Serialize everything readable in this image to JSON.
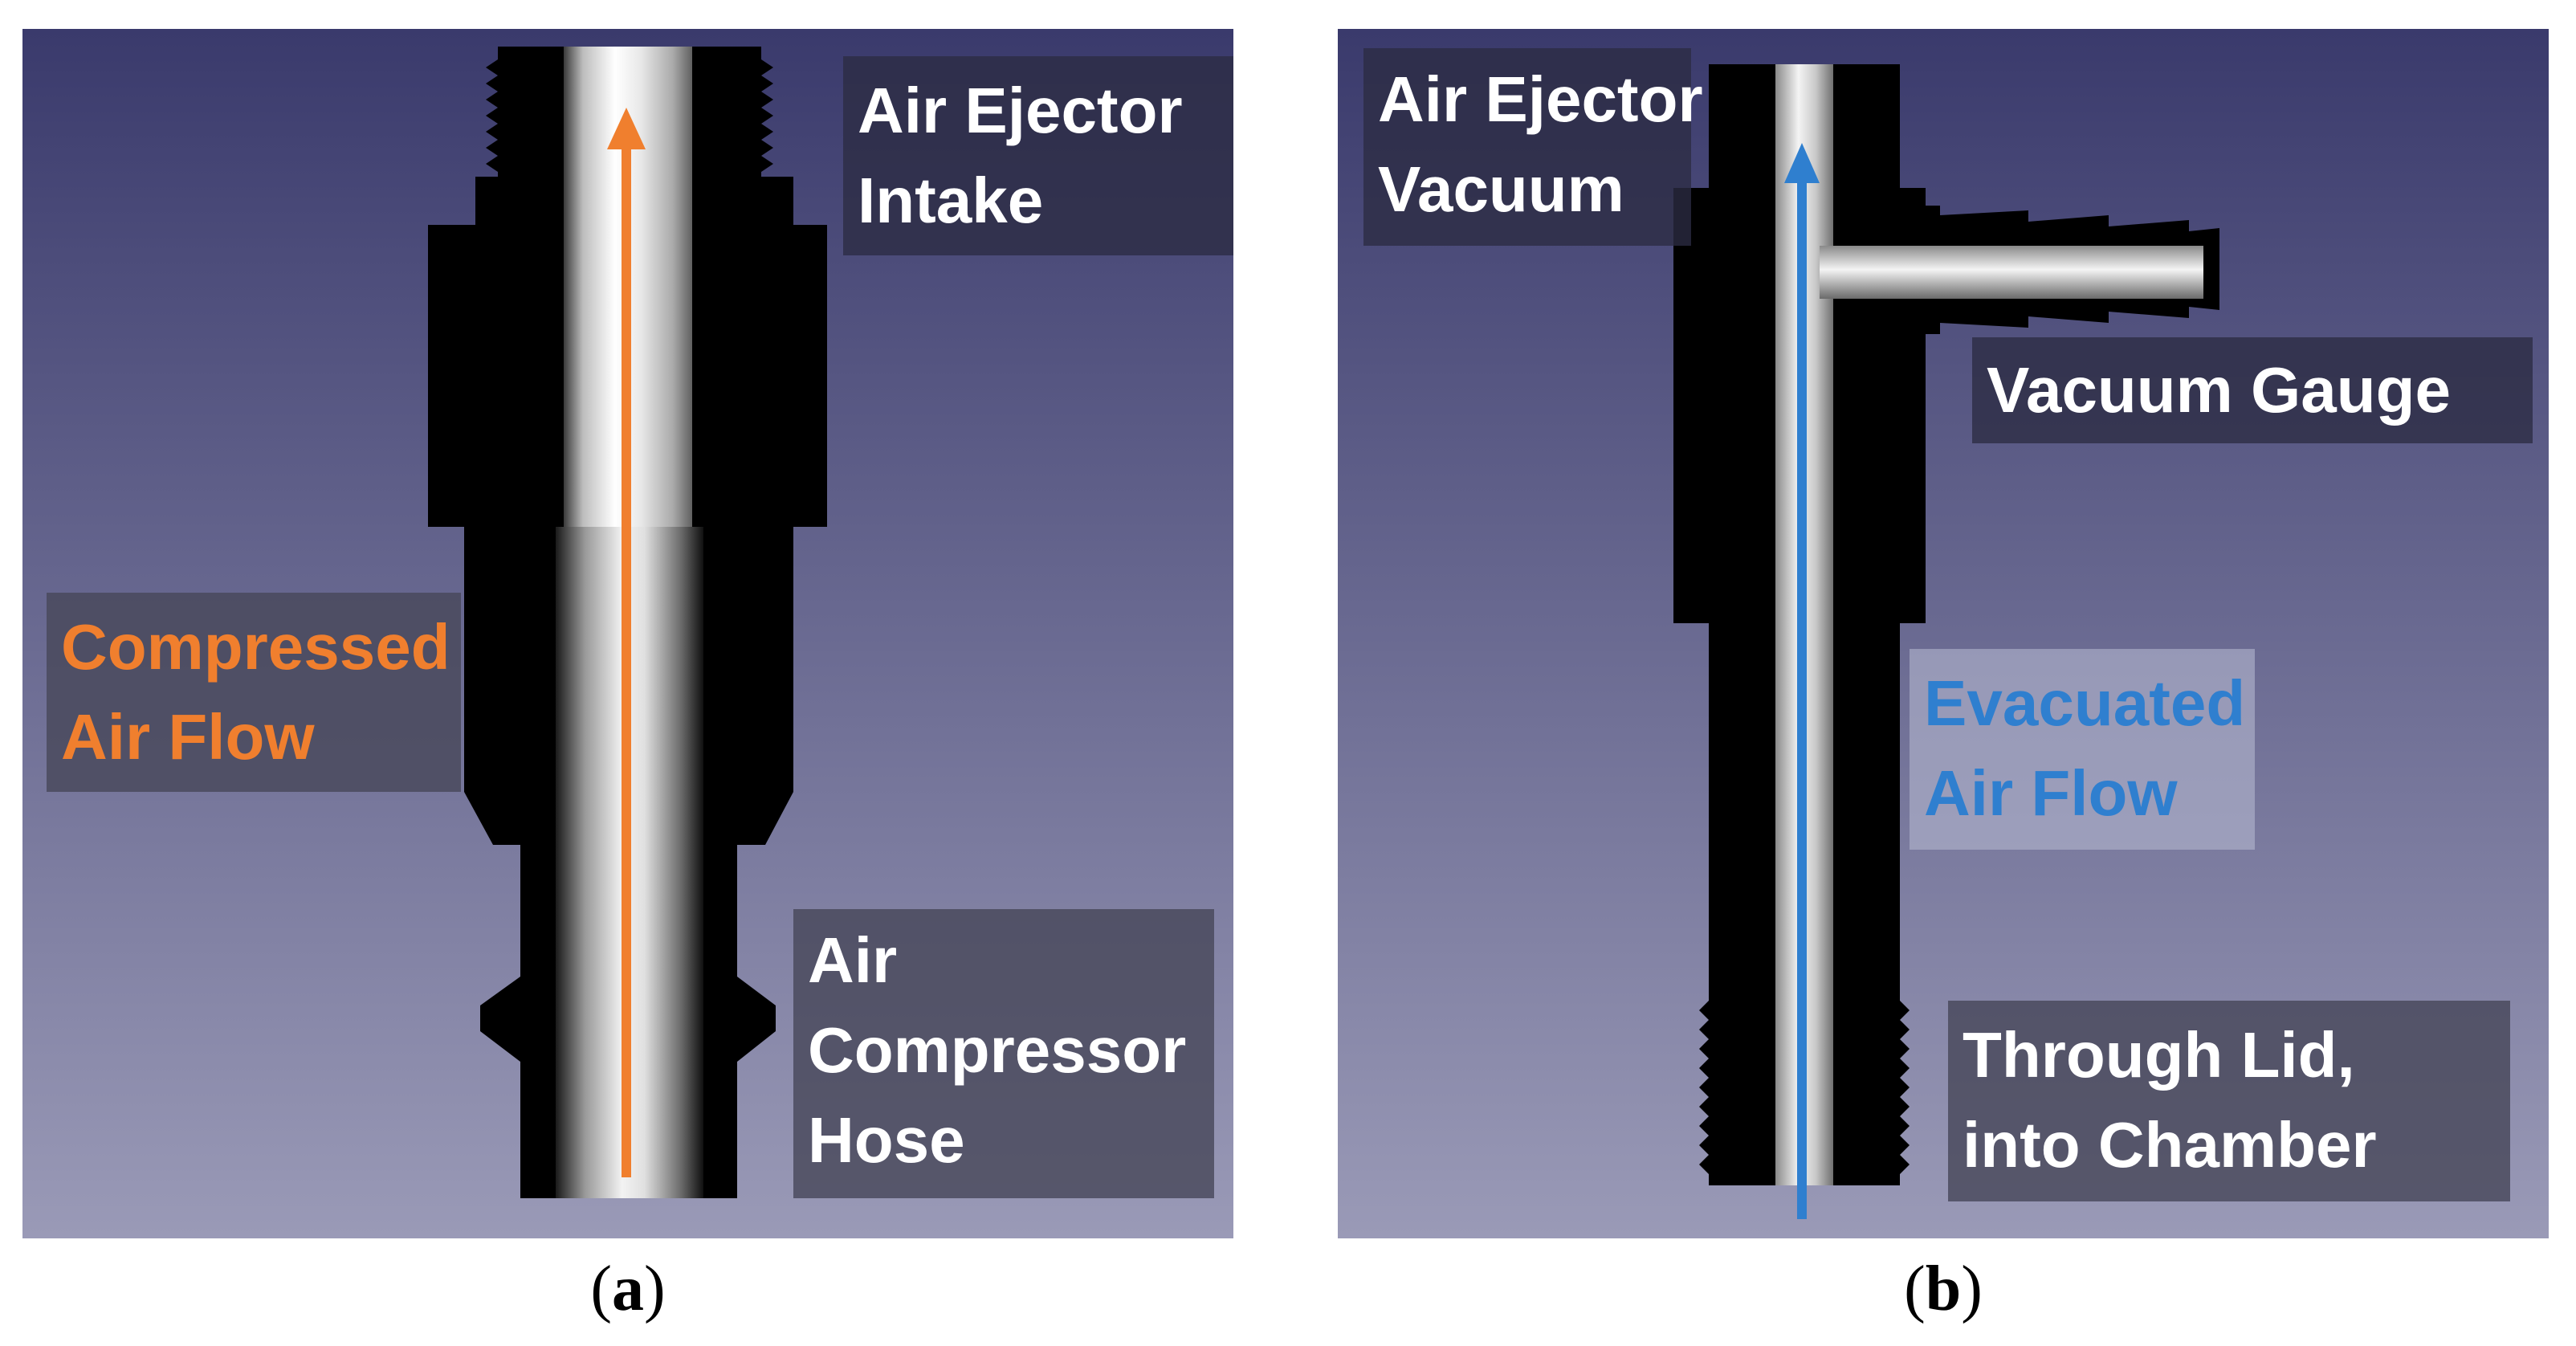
{
  "panel_a": {
    "caption": "a",
    "labels": {
      "intake": [
        "Air Ejector",
        "Intake"
      ],
      "flow": [
        "Compressed",
        "Air Flow"
      ],
      "hose": [
        "Air",
        "Compressor",
        "Hose"
      ]
    },
    "flow_color": "#F07F2E"
  },
  "panel_b": {
    "caption": "b",
    "labels": {
      "vacuum": [
        "Air Ejector",
        "Vacuum"
      ],
      "gauge": [
        "Vacuum Gauge"
      ],
      "flow": [
        "Evacuated",
        "Air Flow"
      ],
      "lid": [
        "Through Lid,",
        "into Chamber"
      ]
    },
    "flow_color": "#2F7FCF"
  },
  "colors": {
    "bg_top": "#3A3A6C",
    "bg_bottom": "#9696B4",
    "fitting": "#000000"
  }
}
